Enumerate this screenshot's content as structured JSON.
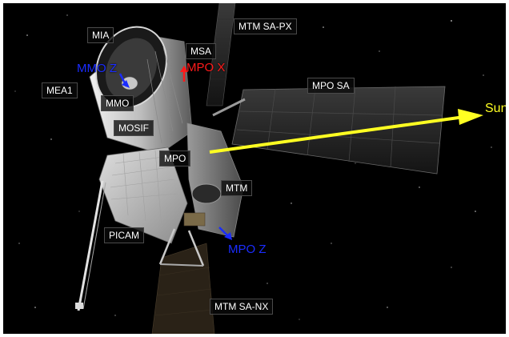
{
  "labels": {
    "mia": "MIA",
    "msa": "MSA",
    "mtm_sa_px": "MTM SA-PX",
    "mmo_z": "MMO Z",
    "mpo_x": "MPO X",
    "mea1": "MEA1",
    "mmo": "MMO",
    "mpo_sa": "MPO SA",
    "sun": "Sun",
    "mosif": "MOSIF",
    "mpo": "MPO",
    "mtm": "MTM",
    "picam": "PICAM",
    "mpo_z": "MPO Z",
    "mtm_sa_nx": "MTM SA-NX"
  },
  "colors": {
    "background": "#000000",
    "label_text": "#ffffff",
    "mmo_z": "#1a2cff",
    "mpo_x": "#ff1a1a",
    "mpo_z": "#1a2cff",
    "sun": "#ffff22"
  }
}
